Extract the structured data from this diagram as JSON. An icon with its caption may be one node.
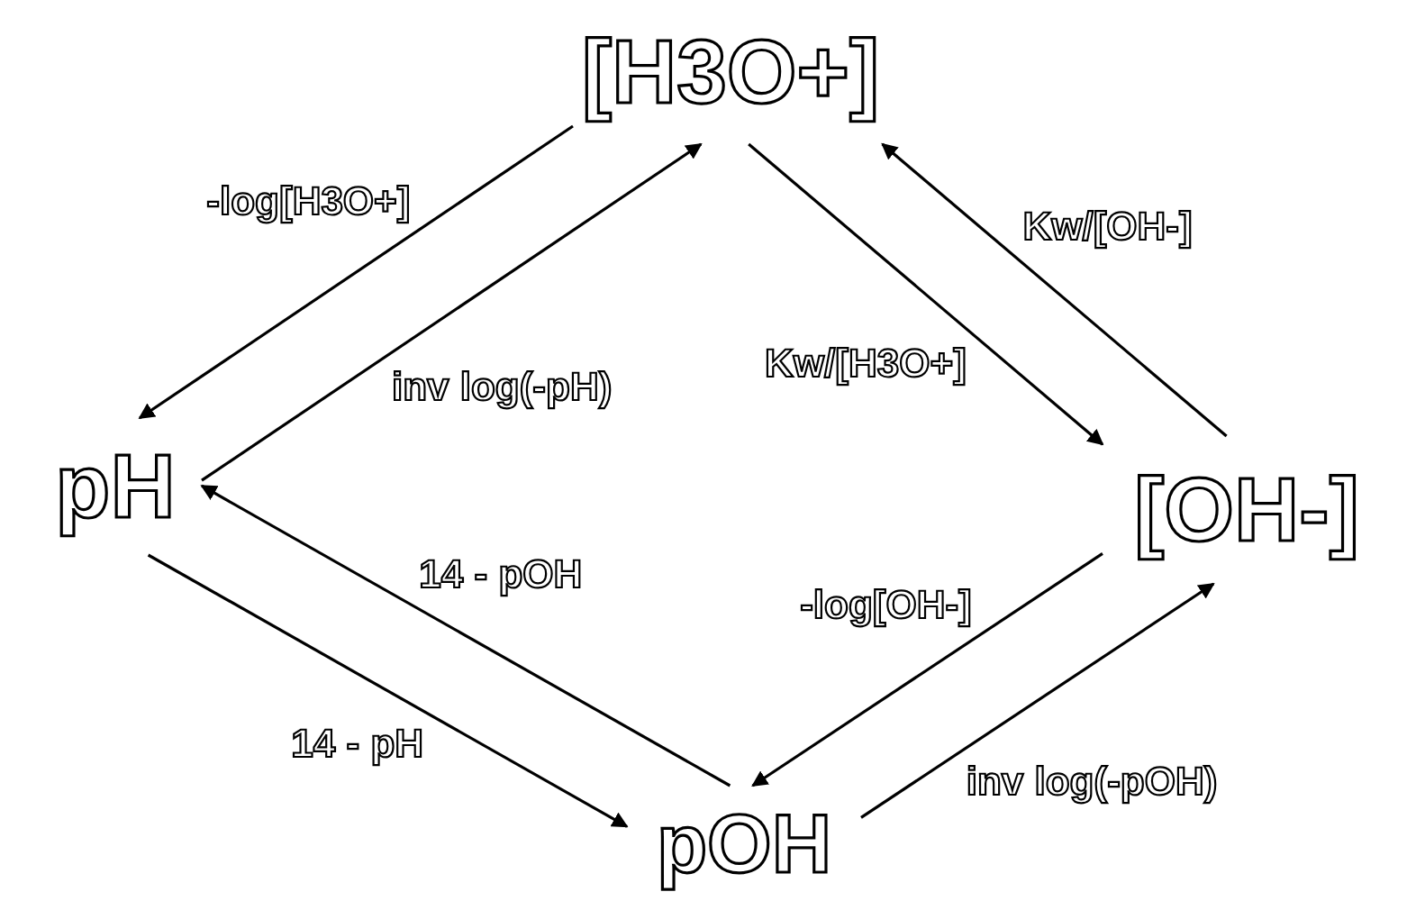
{
  "diagram": {
    "nodes": [
      {
        "text": [
          "[H3O+]"
        ]
      },
      {
        "text": [
          "pH"
        ]
      },
      {
        "text": [
          "[OH-]"
        ]
      },
      {
        "text": [
          "pOH"
        ]
      }
    ],
    "edges": [
      {
        "from": 0,
        "to": 1,
        "arrow": "to",
        "label": "-log[H3O+]"
      },
      {
        "from": 1,
        "to": 0,
        "arrow": "to",
        "label": "inv log(-pH)"
      },
      {
        "from": 2,
        "to": 0,
        "arrow": "to",
        "label": "Kw/[OH-]"
      },
      {
        "from": 0,
        "to": 2,
        "arrow": "to",
        "label": "Kw/[H3O+]"
      },
      {
        "from": 3,
        "to": 1,
        "arrow": "to",
        "label": "14 - pOH"
      },
      {
        "from": 1,
        "to": 3,
        "arrow": "to",
        "label": "14 - pH"
      },
      {
        "from": 2,
        "to": 3,
        "arrow": "to",
        "label": "-log[OH-]"
      },
      {
        "from": 3,
        "to": 2,
        "arrow": "to",
        "label": "inv log(-pOH)"
      }
    ]
  }
}
